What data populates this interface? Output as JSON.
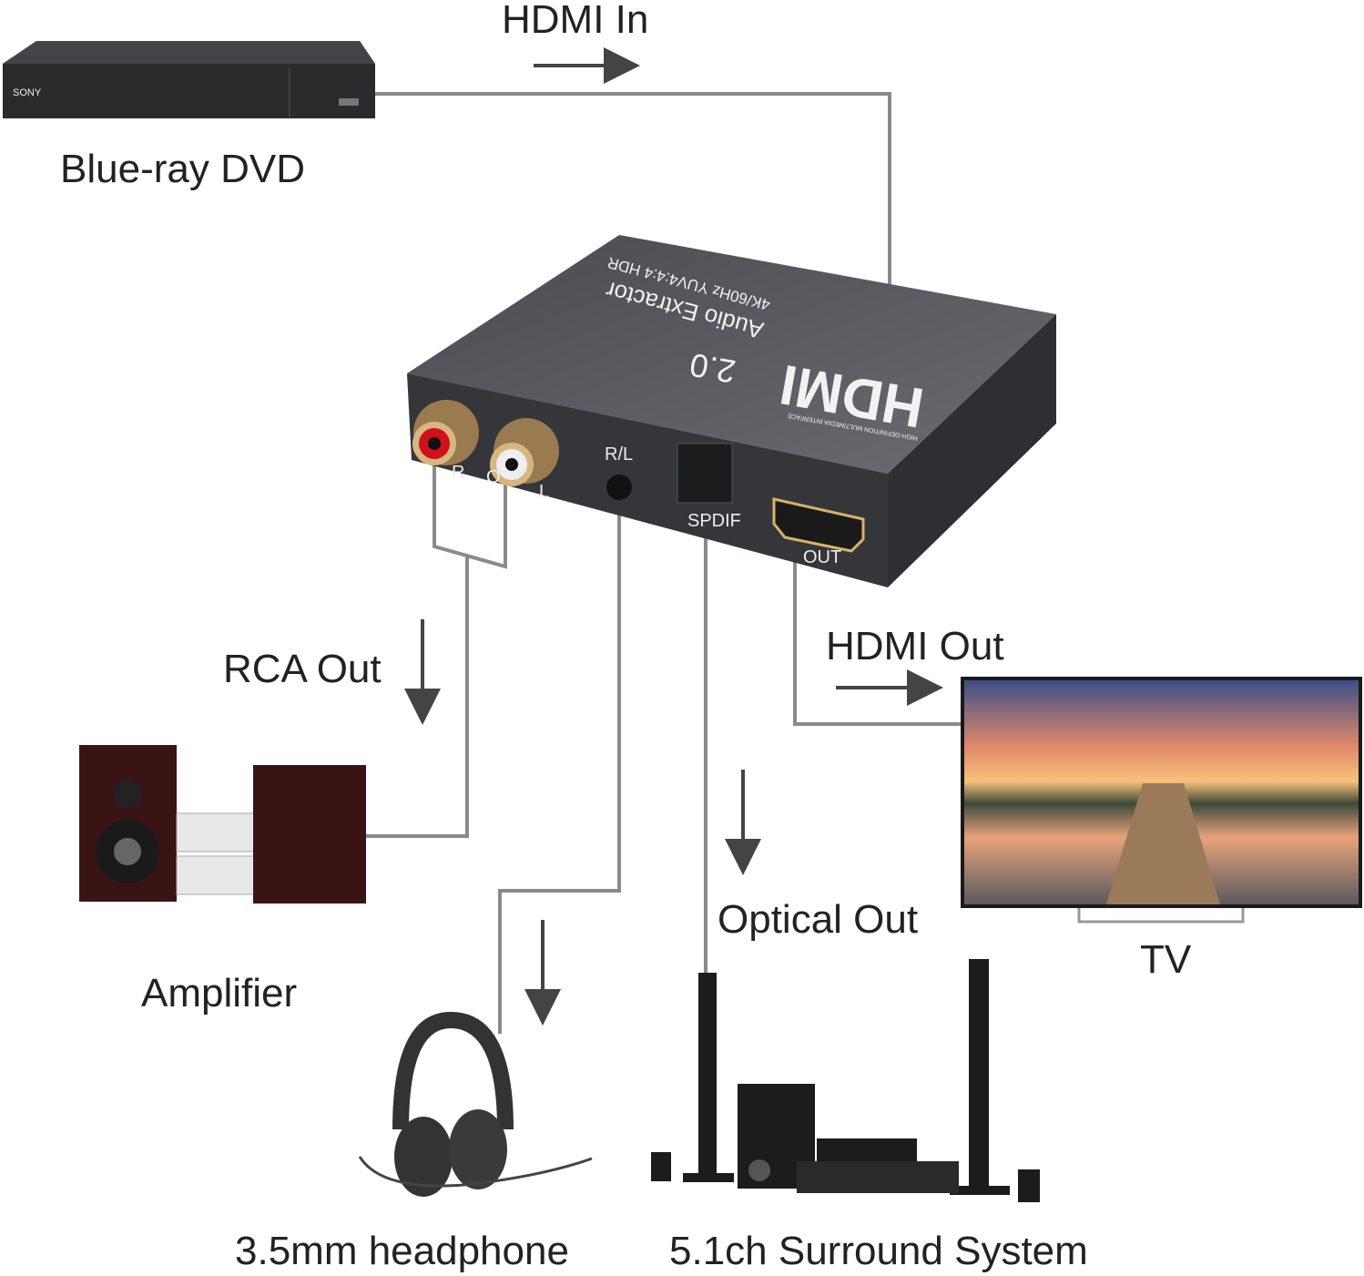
{
  "labels": {
    "hdmi_in": "HDMI In",
    "source": "Blue-ray DVD",
    "rca_out": "RCA Out",
    "amplifier": "Amplifier",
    "hdmi_out": "HDMI Out",
    "tv": "TV",
    "optical_out": "Optical Out",
    "headphone": "3.5mm headphone",
    "surround": "5.1ch Surround System"
  },
  "dvd_player": {
    "brand": "SONY"
  },
  "device": {
    "logo": "HDMI",
    "logo_sub": "HIGH-DEFINITION MULTIMEDIA INTERFACE",
    "version": "2.0",
    "name": "Audio Extractor",
    "spec": "4K/60Hz YUV4:4:4 HDR",
    "ports": {
      "rca_r": "R",
      "rca_l": "L",
      "rca_mark": "O",
      "jack": "R/L",
      "spdif": "SPDIF",
      "hdmi_out": "OUT"
    }
  },
  "colors": {
    "cable": "#8a8a8a",
    "arrow": "#444444",
    "device": "#3c3d41",
    "rca_red": "#d0101a"
  }
}
